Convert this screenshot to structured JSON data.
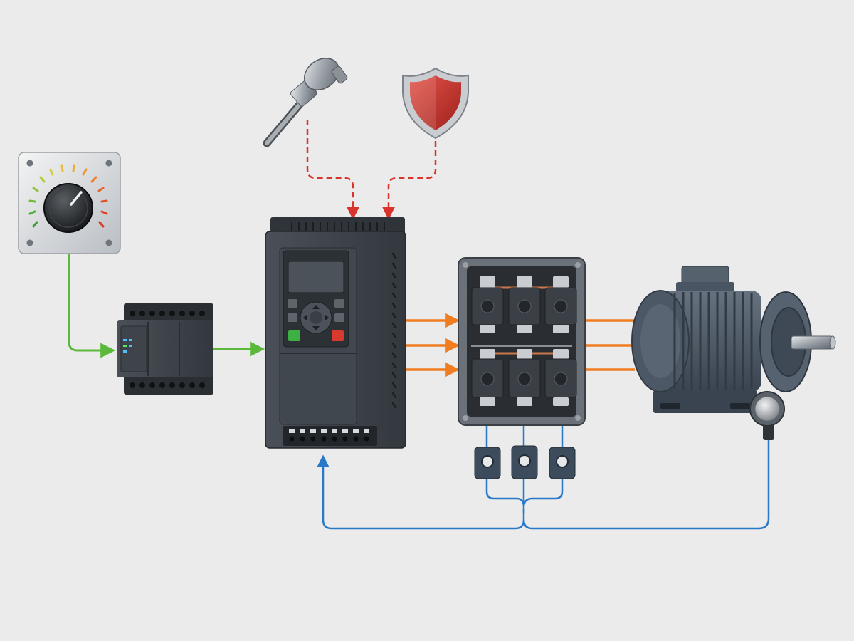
{
  "colors": {
    "background": "#ebebeb",
    "control_signal": "#5cb83a",
    "sensor_signal": "#d9342b",
    "power_line": "#f07d22",
    "feedback_signal": "#2a78c8",
    "housing": "#3a3f45",
    "motor_body": "#4c5866",
    "keypad_green": "#3cb043",
    "keypad_red": "#d83a2e",
    "shield_red": "#c0302a"
  },
  "icons": {
    "potentiometer": "potentiometer-dial-icon",
    "plc": "plc-controller-icon",
    "temperature_probe": "temperature-probe-icon",
    "protection": "protection-shield-icon",
    "drive": "variable-frequency-drive-icon",
    "contactor_box": "contactor-terminal-box-icon",
    "current_sensors": "current-transformer-icon",
    "motor": "electric-motor-icon",
    "encoder": "speed-encoder-icon"
  },
  "connections": [
    {
      "from": "potentiometer",
      "to": "plc",
      "style": "solid",
      "color": "control_signal"
    },
    {
      "from": "plc",
      "to": "drive",
      "style": "solid",
      "color": "control_signal"
    },
    {
      "from": "temperature_probe",
      "to": "drive",
      "style": "dashed",
      "color": "sensor_signal"
    },
    {
      "from": "protection",
      "to": "drive",
      "style": "dashed",
      "color": "sensor_signal"
    },
    {
      "from": "drive",
      "to": "contactor_box",
      "style": "solid",
      "color": "power_line",
      "count": 3
    },
    {
      "from": "contactor_box",
      "to": "motor",
      "style": "solid",
      "color": "power_line",
      "count": 3
    },
    {
      "from": "contactor_box",
      "to": "current_sensors",
      "style": "solid",
      "color": "feedback_signal",
      "count": 3
    },
    {
      "from": "current_sensors",
      "to": "drive",
      "style": "solid",
      "color": "feedback_signal"
    },
    {
      "from": "encoder",
      "to": "drive",
      "style": "solid",
      "color": "feedback_signal"
    }
  ]
}
